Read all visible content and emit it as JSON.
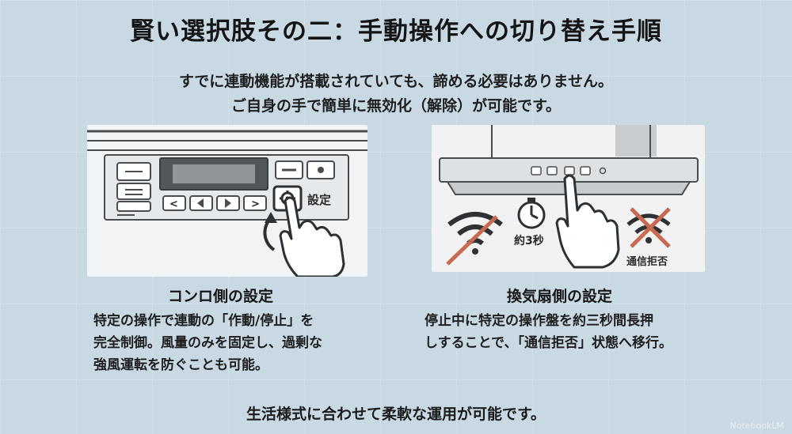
{
  "title": "賢い選択肢その二：手動操作への切り替え手順",
  "intro": {
    "line1": "すでに連動機能が搭載されていても、諦める必要はありません。",
    "line2": "ご自身の手で簡単に無効化（解除）が可能です。"
  },
  "left_panel": {
    "settings_button_label": "設定"
  },
  "right_panel": {
    "timer_label": "約3秒",
    "blocked_label": "通信拒否"
  },
  "left_section": {
    "heading": "コンロ側の設定",
    "body_lines": [
      "特定の操作で連動の「作動/停止」を",
      "完全制御。風量のみを固定し、過剰な",
      "強風運転を防ぐことも可能。"
    ]
  },
  "right_section": {
    "heading": "換気扇側の設定",
    "body_lines": [
      "停止中に特定の操作盤を約三秒間長押",
      "しすることで、「通信拒否」状態へ移行。"
    ]
  },
  "footer": "生活様式に合わせて柔軟な運用が可能です。",
  "watermark": "NotebookLM",
  "colors": {
    "background": "#c9d9e4",
    "panel": "#f1f3f4",
    "line_art": "#4a4d50",
    "cross": "#c96a4f"
  },
  "icons": [
    "gear-icon",
    "hand-pointer-icon",
    "rotate-arrow-icon",
    "wifi-icon",
    "stopwatch-icon",
    "cross-icon"
  ]
}
